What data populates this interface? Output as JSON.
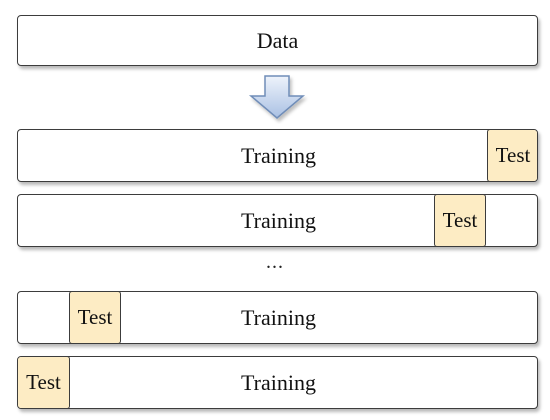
{
  "data_box": {
    "label": "Data"
  },
  "arrow": {
    "icon": "down-arrow-icon",
    "fill_top": "#eef3fb",
    "fill_bottom": "#a9c0e3",
    "stroke": "#6f8db8"
  },
  "test_color": "#fdecc4",
  "folds": [
    {
      "training_label": "Training",
      "test_label": "Test"
    },
    {
      "training_label": "Training",
      "test_label": "Test"
    },
    {
      "training_label": "Training",
      "test_label": "Test"
    },
    {
      "training_label": "Training",
      "test_label": "Test"
    }
  ],
  "ellipsis": "..."
}
